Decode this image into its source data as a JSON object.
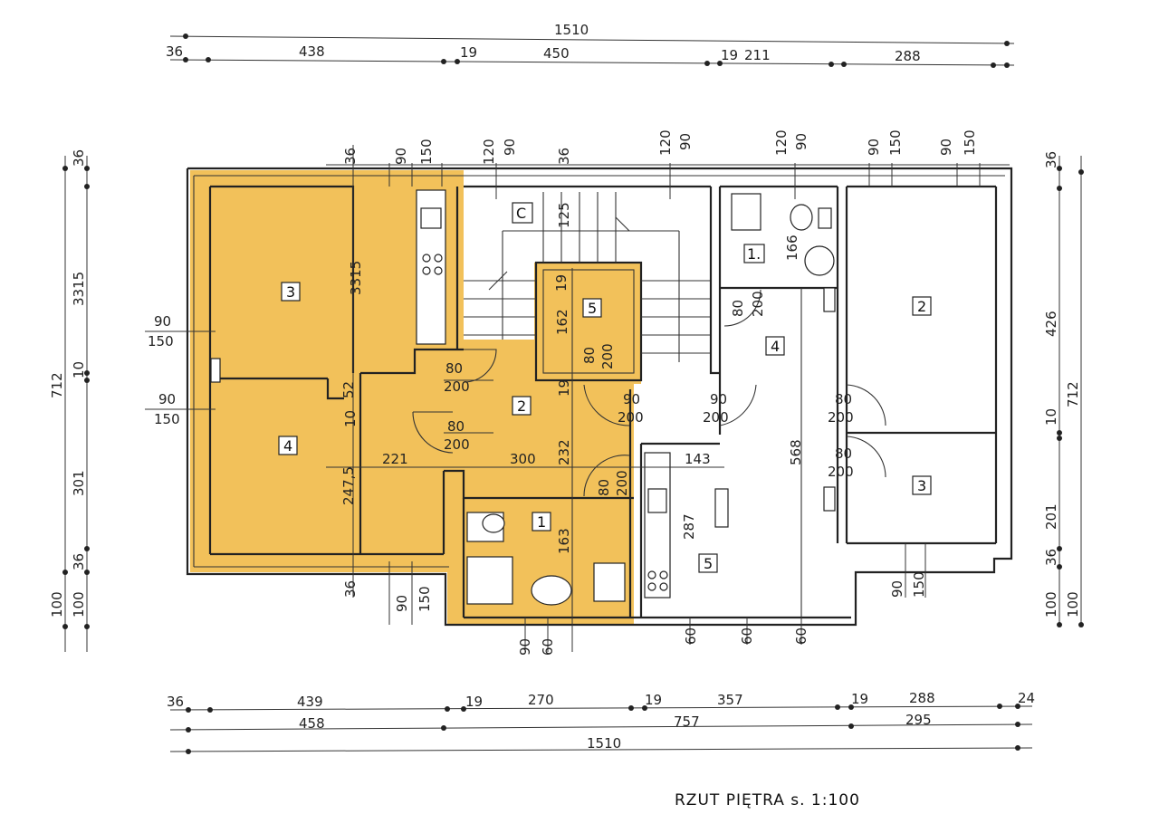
{
  "colors": {
    "highlight": "#f2c15a",
    "line": "#222222",
    "background": "#ffffff"
  },
  "caption": "RZUT PIĘTRA   s. 1:100",
  "dims": {
    "top_total": "1510",
    "top_1": "36",
    "top_2": "438",
    "top_3": "19",
    "top_4": "450",
    "top_5": "19",
    "top_6": "211",
    "top_7": "288",
    "bot_1": "36",
    "bot_2": "439",
    "bot_3": "19",
    "bot_4": "270",
    "bot_5": "19",
    "bot_6": "357",
    "bot_7": "19",
    "bot_8": "288",
    "bot_9": "24",
    "bot_sub_1": "458",
    "bot_sub_2": "757",
    "bot_sub_3": "295",
    "bot_total": "1510",
    "left_total": "712",
    "left_1": "36",
    "left_2": "3315",
    "left_3": "10",
    "left_4": "301",
    "left_5": "36",
    "left_6": "100",
    "left_7": "100",
    "right_total": "712",
    "right_1": "36",
    "right_2": "426",
    "right_3": "10",
    "right_4": "201",
    "right_5": "36",
    "right_6": "100",
    "right_7": "100",
    "w90": "90",
    "w150": "150",
    "w120": "120",
    "w125": "125",
    "w36": "36",
    "d80": "80",
    "d200": "200",
    "d52": "52",
    "d10": "10",
    "d221": "221",
    "d300": "300",
    "d232": "232",
    "d2475": "247,5",
    "d3315": "3315",
    "d162": "162",
    "d19": "19",
    "d163": "163",
    "d166": "166",
    "d143": "143",
    "d287": "287",
    "d568": "568",
    "d60": "60"
  },
  "rooms": {
    "left_3": "3",
    "left_4": "4",
    "left_2": "2",
    "left_1": "1",
    "left_5": "5",
    "stair_c": "C",
    "right_1": "1.",
    "right_2": "2",
    "right_3": "3",
    "right_4": "4",
    "right_5": "5"
  }
}
